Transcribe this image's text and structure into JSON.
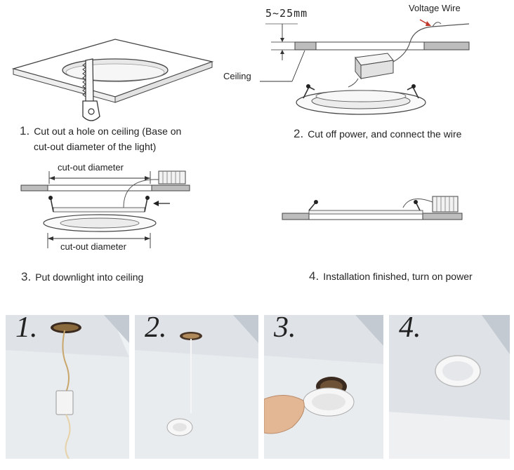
{
  "steps": [
    {
      "num": "1.",
      "line1": "Cut out a hole on ceiling (Base on",
      "line2": "cut-out diameter of the light)"
    },
    {
      "num": "2.",
      "line1": "Cut off power, and connect the wire"
    },
    {
      "num": "3.",
      "line1": "Put downlight into ceiling"
    },
    {
      "num": "4.",
      "line1": "Installation finished, turn on power"
    }
  ],
  "labels": {
    "thickness": "5~25mm",
    "voltage_wire": "Voltage Wire",
    "ceiling": "Ceiling",
    "cutout_top": "cut-out diameter",
    "cutout_bottom": "cut-out diameter"
  },
  "photos": [
    {
      "num": "1."
    },
    {
      "num": "2."
    },
    {
      "num": "3."
    },
    {
      "num": "4."
    }
  ],
  "colors": {
    "line": "#333333",
    "ceiling_hatch": "#888888",
    "photo_wall": "#dfe3e8",
    "photo_ceiling": "#c9ced6"
  }
}
